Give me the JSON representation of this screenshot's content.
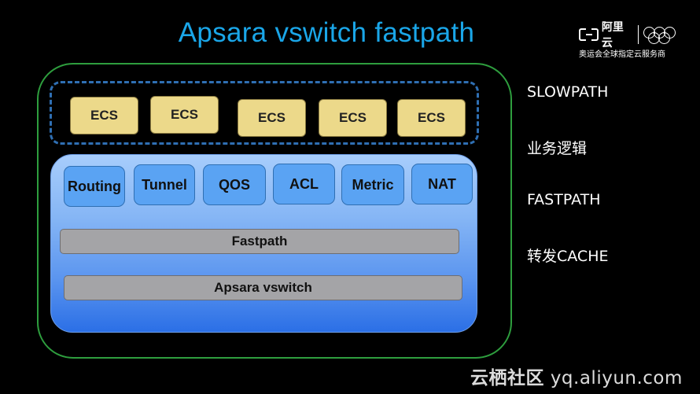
{
  "title": "Apsara vswitch fastpath",
  "logo": {
    "brand": "阿里云",
    "subtitle": "奥运会全球指定云服务商"
  },
  "slowpath": {
    "ecs": [
      "ECS",
      "ECS",
      "ECS",
      "ECS",
      "ECS"
    ]
  },
  "fastpath": {
    "modules": [
      "Routing",
      "Tunnel",
      "QOS",
      "ACL",
      "Metric",
      "NAT"
    ],
    "bars": [
      "Fastpath",
      "Apsara vswitch"
    ]
  },
  "side_labels": [
    "SLOWPATH",
    "业务逻辑",
    "FASTPATH",
    "转发CACHE"
  ],
  "watermark": {
    "cn": "云栖社区",
    "url": "yq.aliyun.com"
  },
  "colors": {
    "title": "#1aa6e8",
    "outer_border": "#2e9e3e",
    "dashed_border": "#2f6fb3",
    "ecs_fill": "#ecd98a",
    "module_fill": "#5aa3f3",
    "bar_fill": "#a4a4a7"
  }
}
